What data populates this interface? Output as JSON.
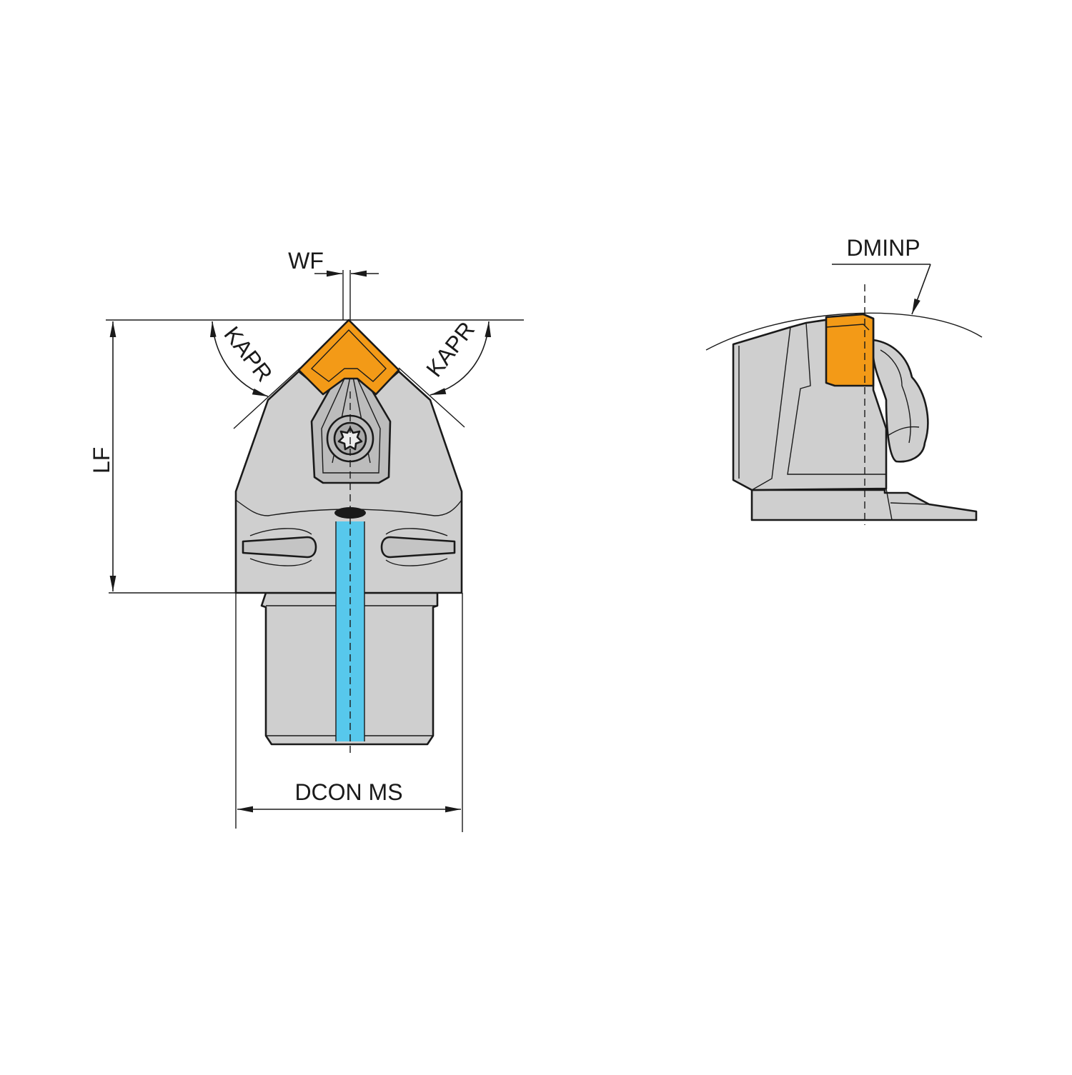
{
  "labels": {
    "wf": "WF",
    "kapr_left": "KAPR",
    "kapr_right": "KAPR",
    "lf": "LF",
    "dcon_ms": "DCON MS",
    "dminp": "DMINP"
  },
  "colors": {
    "body_gray": "#cfcfcf",
    "body_gray_dark": "#b9b9b9",
    "insert_orange": "#f39a17",
    "coolant_blue": "#57c8ec",
    "line_dark": "#1a1a1a"
  },
  "icons": {
    "screw": "torx-screw-icon"
  }
}
